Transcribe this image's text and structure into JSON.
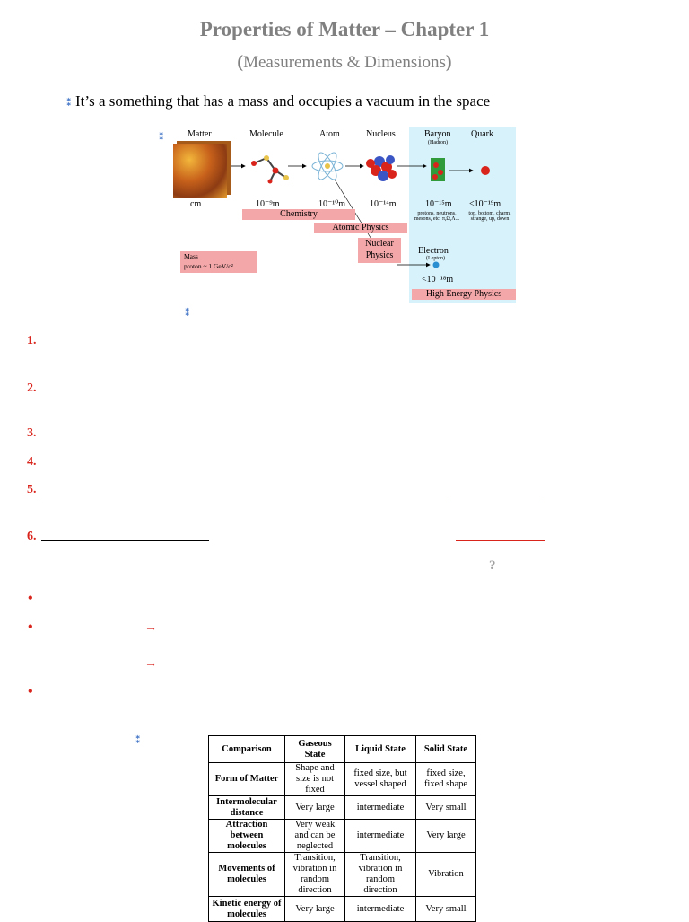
{
  "header": {
    "title_a": "Properties of Matter",
    "title_dash": " – ",
    "title_b": "Chapter 1",
    "subtitle_open": "(",
    "subtitle_text": "Measurements & Dimensions",
    "subtitle_close": ")"
  },
  "bullet_symbol": "⁑",
  "intro_text": "It’s a something that has a mass and occupies a vacuum in the space",
  "diagram": {
    "headers": [
      "Matter",
      "Molecule",
      "Atom",
      "Nucleus",
      "Baryon",
      "Quark"
    ],
    "baryon_sub": "(Hadron)",
    "scales": [
      "cm",
      "10⁻⁹m",
      "10⁻¹⁰m",
      "10⁻¹⁴m",
      "10⁻¹⁵m",
      "<10⁻¹⁹m"
    ],
    "baryon_note": "protons, neutrons, mesons, etc. π,Ω,Λ...",
    "quark_note": "top, bottom, charm, strange, up, down",
    "chemistry": "Chemistry",
    "atomic_physics": "Atomic Physics",
    "nuclear_physics": "Nuclear Physics",
    "electron": "Electron",
    "electron_sub": "(Lepton)",
    "electron_scale": "<10⁻¹⁸m",
    "high_energy": "High Energy Physics",
    "mass_line1": "Mass",
    "mass_line2": "proton ~ 1 GeV/c²"
  },
  "list": {
    "n1": "1.",
    "n2": "2.",
    "n3": "3.",
    "n4": "4.",
    "n5": "5.",
    "n6": "6."
  },
  "question_mark": "?",
  "dot_symbol": "•",
  "arrow_symbol": "→",
  "table": {
    "headers": [
      "Comparison",
      "Gaseous State",
      "Liquid State",
      "Solid State"
    ],
    "rows": [
      [
        "Form of Matter",
        "Shape and size is not fixed",
        "fixed size, but vessel shaped",
        "fixed size, fixed shape"
      ],
      [
        "Intermolecular distance",
        "Very large",
        "intermediate",
        "Very small"
      ],
      [
        "Attraction between molecules",
        "Very weak and can be neglected",
        "intermediate",
        "Very large"
      ],
      [
        "Movements of molecules",
        "Transition, vibration in random direction",
        "Transition, vibration in random direction",
        "Vibration"
      ],
      [
        "Kinetic energy of molecules",
        "Very large",
        "intermediate",
        "Very small"
      ]
    ]
  }
}
